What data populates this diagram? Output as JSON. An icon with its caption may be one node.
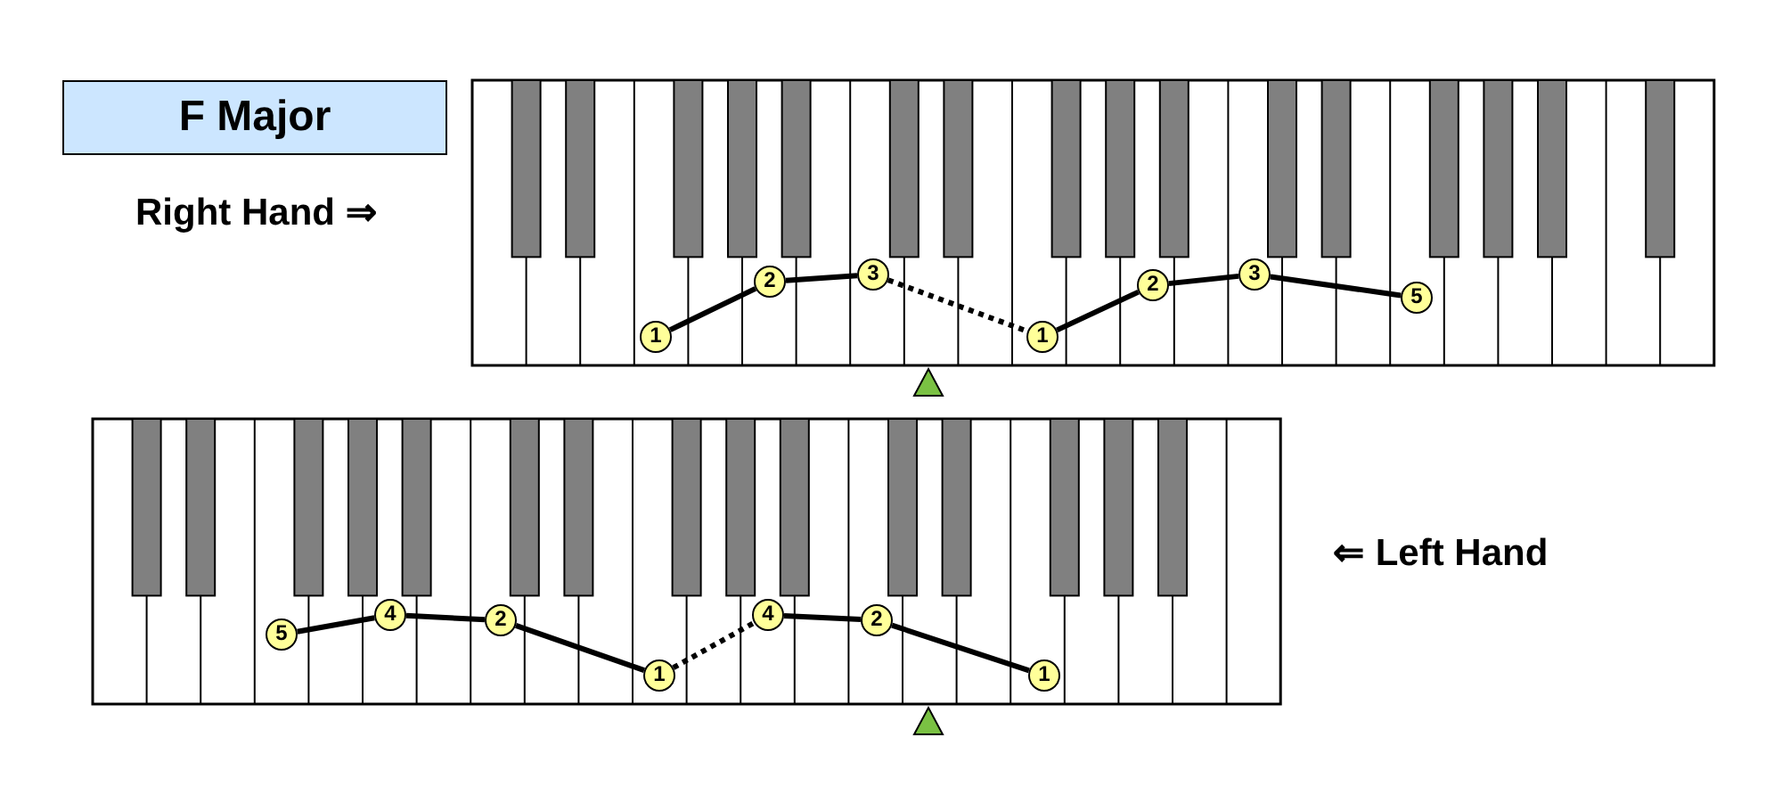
{
  "diagram": {
    "nodes": [
      {
        "text": [
          "F Major"
        ]
      },
      {
        "text": [
          "1"
        ]
      },
      {
        "text": [
          "2"
        ]
      },
      {
        "text": [
          "3"
        ]
      },
      {
        "text": [
          "1"
        ]
      },
      {
        "text": [
          "2"
        ]
      },
      {
        "text": [
          "3"
        ]
      },
      {
        "text": [
          "5"
        ]
      },
      {
        "text": [
          "5"
        ]
      },
      {
        "text": [
          "4"
        ]
      },
      {
        "text": [
          "2"
        ]
      },
      {
        "text": [
          "1"
        ]
      },
      {
        "text": [
          "4"
        ]
      },
      {
        "text": [
          "2"
        ]
      },
      {
        "text": [
          "1"
        ]
      }
    ],
    "edges": [
      {
        "from": 1,
        "to": 2,
        "arrow": "none"
      },
      {
        "from": 2,
        "to": 3,
        "arrow": "none"
      },
      {
        "from": 3,
        "to": 4,
        "arrow": "none",
        "style": "dashed"
      },
      {
        "from": 4,
        "to": 5,
        "arrow": "none"
      },
      {
        "from": 5,
        "to": 6,
        "arrow": "none"
      },
      {
        "from": 6,
        "to": 7,
        "arrow": "none"
      },
      {
        "from": 8,
        "to": 9,
        "arrow": "none"
      },
      {
        "from": 9,
        "to": 10,
        "arrow": "none"
      },
      {
        "from": 10,
        "to": 11,
        "arrow": "none"
      },
      {
        "from": 11,
        "to": 12,
        "arrow": "none",
        "style": "dashed"
      },
      {
        "from": 12,
        "to": 13,
        "arrow": "none"
      },
      {
        "from": 13,
        "to": 14,
        "arrow": "none"
      }
    ],
    "labels": [
      "Right Hand ⇒",
      "⇐ Left Hand"
    ]
  }
}
